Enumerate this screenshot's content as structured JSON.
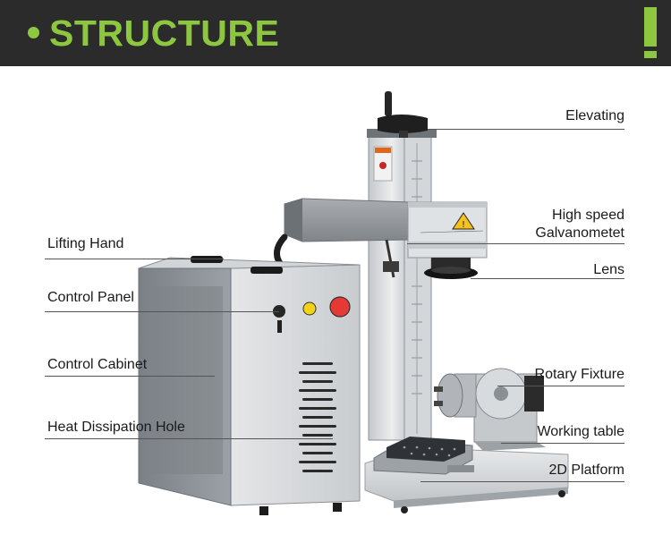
{
  "header": {
    "title": "STRUCTURE",
    "accent_color": "#8dc63f",
    "background_color": "#2b2b2b"
  },
  "labels": {
    "left": [
      {
        "id": "lifting-hand",
        "text": "Lifting Hand"
      },
      {
        "id": "control-panel",
        "text": "Control Panel"
      },
      {
        "id": "control-cabinet",
        "text": "Control Cabinet"
      },
      {
        "id": "heat-dissipation-hole",
        "text": "Heat Dissipation Hole"
      }
    ],
    "right": [
      {
        "id": "elevating",
        "text": "Elevating"
      },
      {
        "id": "galvanometer",
        "line1": "High speed",
        "line2": "Galvanometet"
      },
      {
        "id": "lens",
        "text": "Lens"
      },
      {
        "id": "rotary-fixture",
        "text": "Rotary Fixture"
      },
      {
        "id": "working-table",
        "text": "Working table"
      },
      {
        "id": "platform-2d",
        "text": "2D Platform"
      }
    ]
  }
}
